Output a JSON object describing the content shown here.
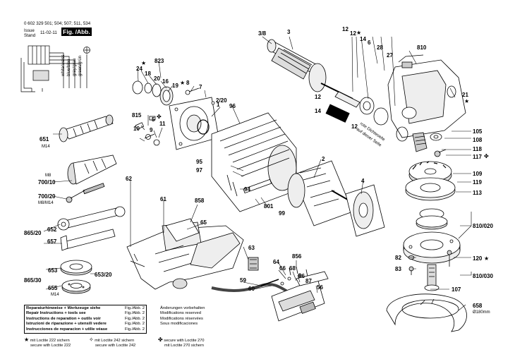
{
  "header": {
    "article_numbers": "0 602 329 501; 504; 507; 511, 534",
    "issue_label": "Issue",
    "stand_label": "Stand",
    "date": "11-02-11",
    "figure_label": "Fig. /Abb. 1"
  },
  "wire_colors": [
    "white/weiss",
    "blue/blau",
    "grey/grau",
    "green/grün"
  ],
  "part_labels": {
    "p3_8": "3/8",
    "p3": "3",
    "p12a": "12",
    "p12b": "12",
    "p12c": "12",
    "p12d": "12",
    "p14a": "14",
    "p14b": "14",
    "p6": "6",
    "p28": "28",
    "p810": "810",
    "p27": "27",
    "p823": "823",
    "p24": "24",
    "p18": "18",
    "p20a": "20",
    "p16": "16",
    "p19": "19",
    "p8": "8",
    "p7": "7",
    "p1": "1",
    "p2_20": "2/20",
    "p96": "96",
    "p21": "21",
    "p815": "815",
    "p5": "5",
    "p10": "10",
    "p9": "9",
    "p11": "11",
    "p105": "105",
    "p108": "108",
    "p118": "118",
    "p117": "117",
    "p651": "651",
    "m14a": "M14",
    "p2": "2",
    "p4": "4",
    "p95": "95",
    "p97": "97",
    "p94": "94",
    "p99": "99",
    "p801": "801",
    "p109": "109",
    "p119": "119",
    "p113": "113",
    "m8": "M8",
    "p700_10": "700/10",
    "p700_20": "700/20",
    "m8m14": "M8/M14",
    "p62": "62",
    "p61": "61",
    "p858": "858",
    "p65": "65",
    "p865_20": "865/20",
    "p652": "652",
    "p657": "657",
    "p810_020": "810/020",
    "p63": "63",
    "p856": "856",
    "p82": "82",
    "p120": "120",
    "p83": "83",
    "p64": "64",
    "p66": "66",
    "p68": "68",
    "p86": "86",
    "p87": "87",
    "p56": "56",
    "p59": "59",
    "p60": "60",
    "p865_30": "865/30",
    "p653": "653",
    "p653_20": "653/20",
    "p655": "655",
    "m14b": "M14",
    "p810_030": "810/030",
    "p107": "107",
    "p658": "658",
    "dia": "Ø180mm",
    "seal": "rote Dichteseite",
    "seal2": "auf dieser Seite"
  },
  "reference_box": [
    {
      "text": "Reparaturhinweise + Werkzeuge siehe",
      "ref": "Fig./Abb. 2"
    },
    {
      "text": "Repair Instructions + tools see",
      "ref": "Fig./Abb. 2"
    },
    {
      "text": "Instructions de reparation + outils voir",
      "ref": "Fig./Abb. 2"
    },
    {
      "text": "Istruzioni de riparazione + utensili vedere",
      "ref": "Fig./Abb. 2"
    },
    {
      "text": "Instrucciones de reparacion + utilie véase",
      "ref": "Fig./Abb. 2"
    }
  ],
  "notes": [
    "Änderungen vorbehalten",
    "Modifications reserved",
    "Modifications réservées",
    "Sous modificaciones"
  ],
  "footnotes": [
    {
      "symbol": "★",
      "line1": "mit Loctite 222 sichern",
      "line2": "secure with Loctite 222"
    },
    {
      "symbol": "✧",
      "line1": "mit Loctite 242 sichern",
      "line2": "secure with Loctite 242"
    },
    {
      "symbol": "✤",
      "line1": "secure with Loctite 270",
      "line2": "mit Loctite 270 sichern"
    }
  ]
}
